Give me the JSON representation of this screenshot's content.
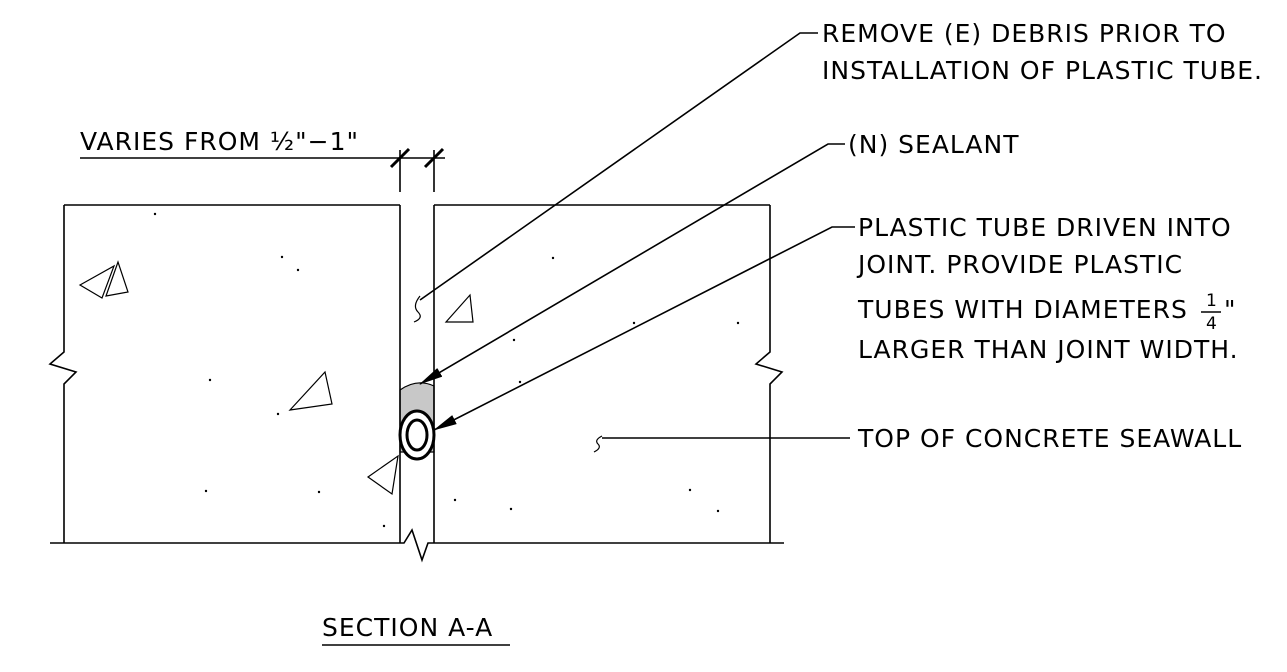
{
  "detail": {
    "title": "SECTION A-A",
    "dimension": {
      "prefix": "VARIES FROM ",
      "fraction": "½",
      "suffix": "\"−1\""
    },
    "callouts": {
      "debris_line1": "REMOVE (E) DEBRIS PRIOR TO",
      "debris_line2": "INSTALLATION OF PLASTIC TUBE.",
      "sealant": "(N) SEALANT",
      "tube_line1": "PLASTIC TUBE DRIVEN INTO",
      "tube_line2": "JOINT. PROVIDE PLASTIC",
      "tube_line3_pre": "TUBES WITH DIAMETERS ",
      "tube_frac_num": "1",
      "tube_frac_den": "4",
      "tube_line3_post": "\"",
      "tube_line4": "LARGER THAN JOINT WIDTH.",
      "seawall": "TOP OF CONCRETE SEAWALL"
    },
    "colors": {
      "linework": "#000000",
      "sealant_fill": "#c8c8c8",
      "background": "#ffffff"
    }
  }
}
